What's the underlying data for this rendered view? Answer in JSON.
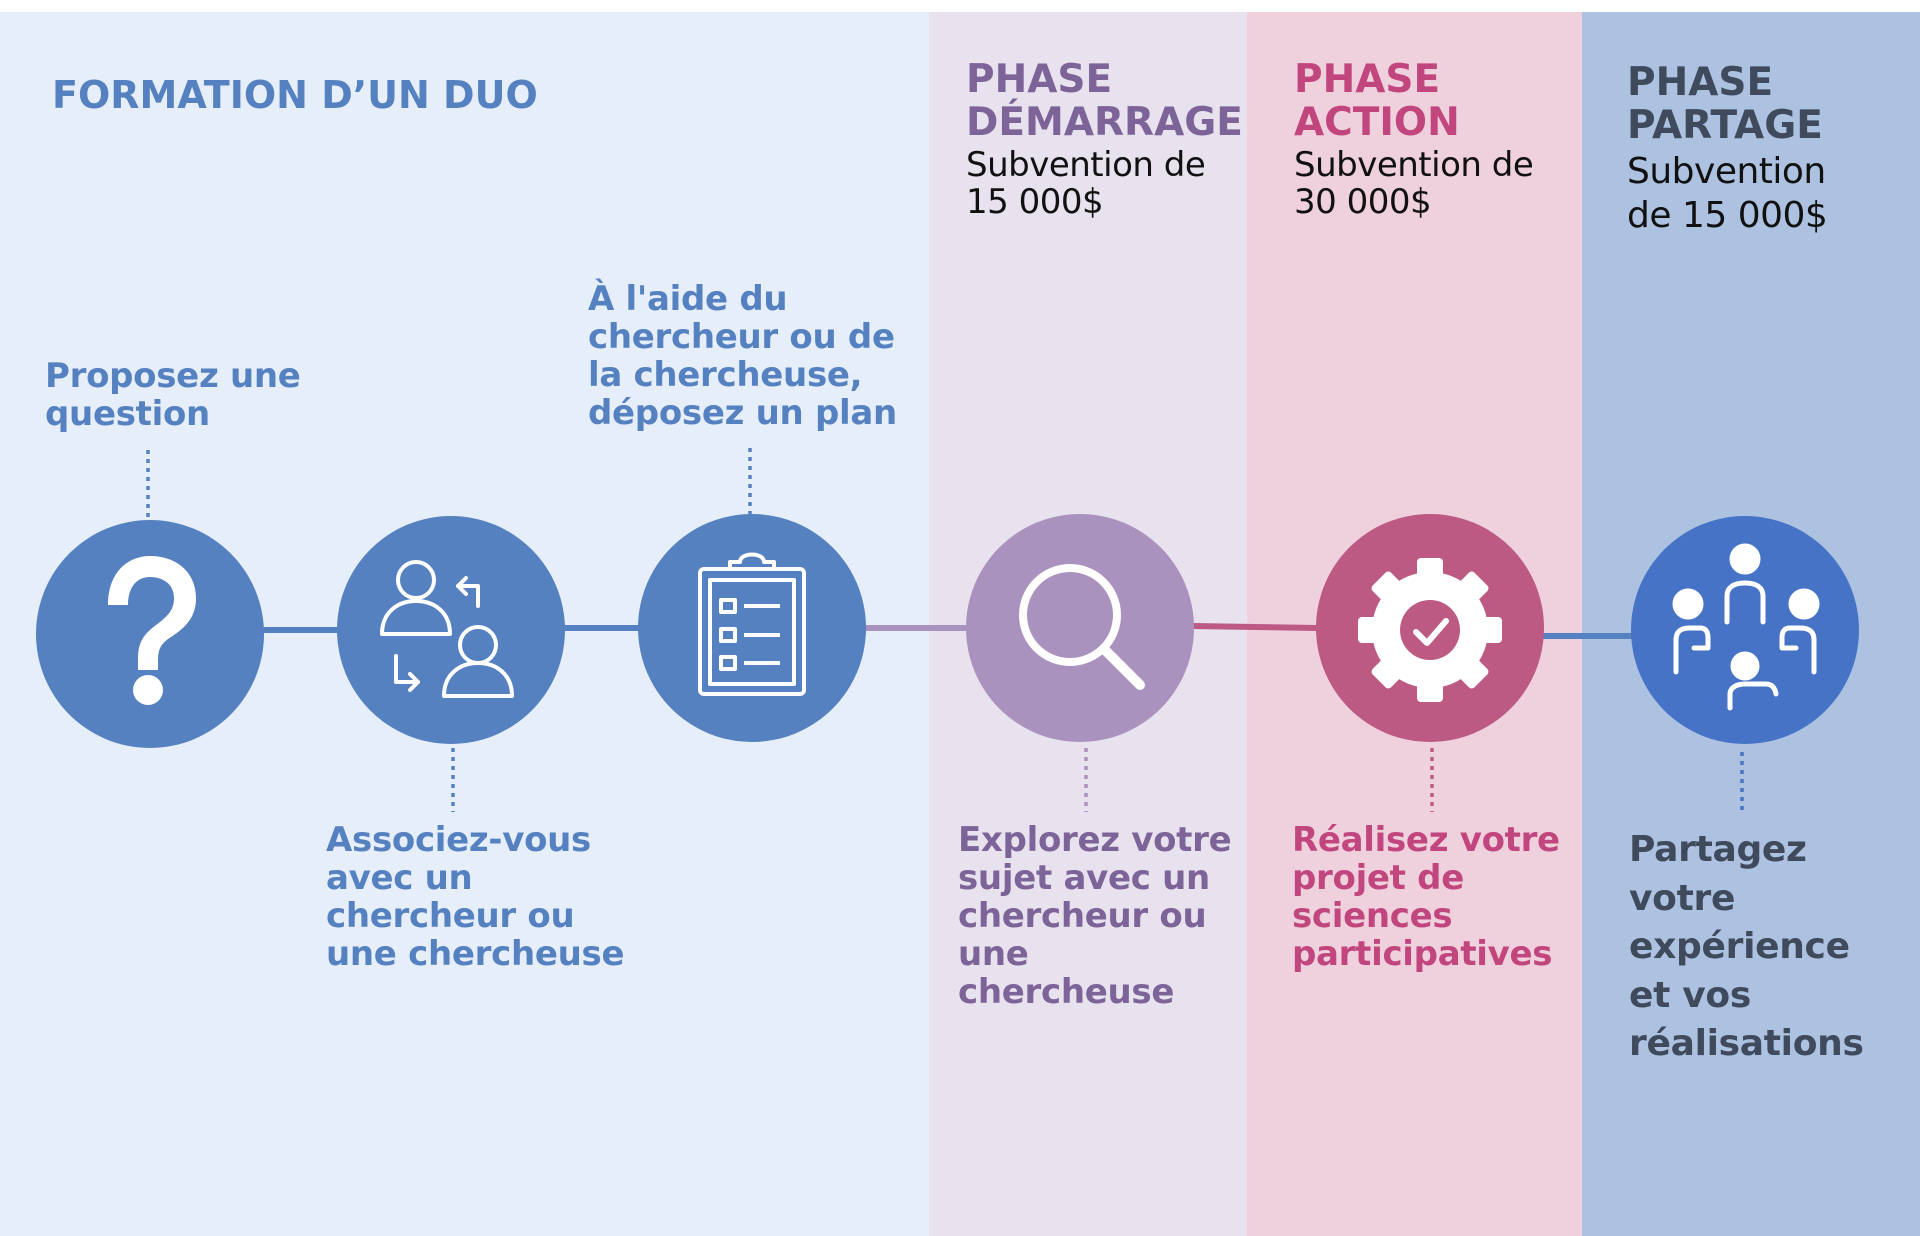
{
  "colors": {
    "formation_bg": "#e5eef9",
    "demarrage_bg": "#e8e1ee",
    "action_bg": "#efd0dd",
    "partage_bg": "#adc2e0",
    "blue": "#5581c1",
    "purple": "#a992bd",
    "pink": "#bc5a84",
    "royal_blue": "#4673c6",
    "dark_slate": "#3f4a5c"
  },
  "formation": {
    "title": "FORMATION D’UN DUO"
  },
  "phases": {
    "demarrage": {
      "title_line1": "PHASE",
      "title_line2": "DÉMARRAGE",
      "sub_line1": "Subvention de",
      "sub_line2": "15 000$"
    },
    "action": {
      "title_line1": "PHASE",
      "title_line2": "ACTION",
      "sub_line1": "Subvention de",
      "sub_line2": "30 000$"
    },
    "partage": {
      "title_line1": "PHASE",
      "title_line2": "PARTAGE",
      "sub_line1": "Subvention",
      "sub_line2": "de 15 000$"
    }
  },
  "steps": [
    {
      "icon": "question-icon",
      "text": [
        "Proposez une",
        "question"
      ]
    },
    {
      "icon": "swap-people-icon",
      "text": [
        "Associez-vous",
        "avec un",
        "chercheur ou",
        "une chercheuse"
      ]
    },
    {
      "icon": "clipboard-icon",
      "text": [
        "À l'aide du",
        "chercheur ou de",
        "la chercheuse,",
        "déposez un plan"
      ]
    },
    {
      "icon": "magnifier-icon",
      "text": [
        "Explorez votre",
        "sujet avec un",
        "chercheur ou",
        "une",
        "chercheuse"
      ]
    },
    {
      "icon": "gear-check-icon",
      "text": [
        "Réalisez votre",
        "projet de",
        "sciences",
        "participatives"
      ]
    },
    {
      "icon": "team-icon",
      "text": [
        "Partagez",
        "votre",
        "expérience",
        "et vos",
        "réalisations"
      ]
    }
  ]
}
